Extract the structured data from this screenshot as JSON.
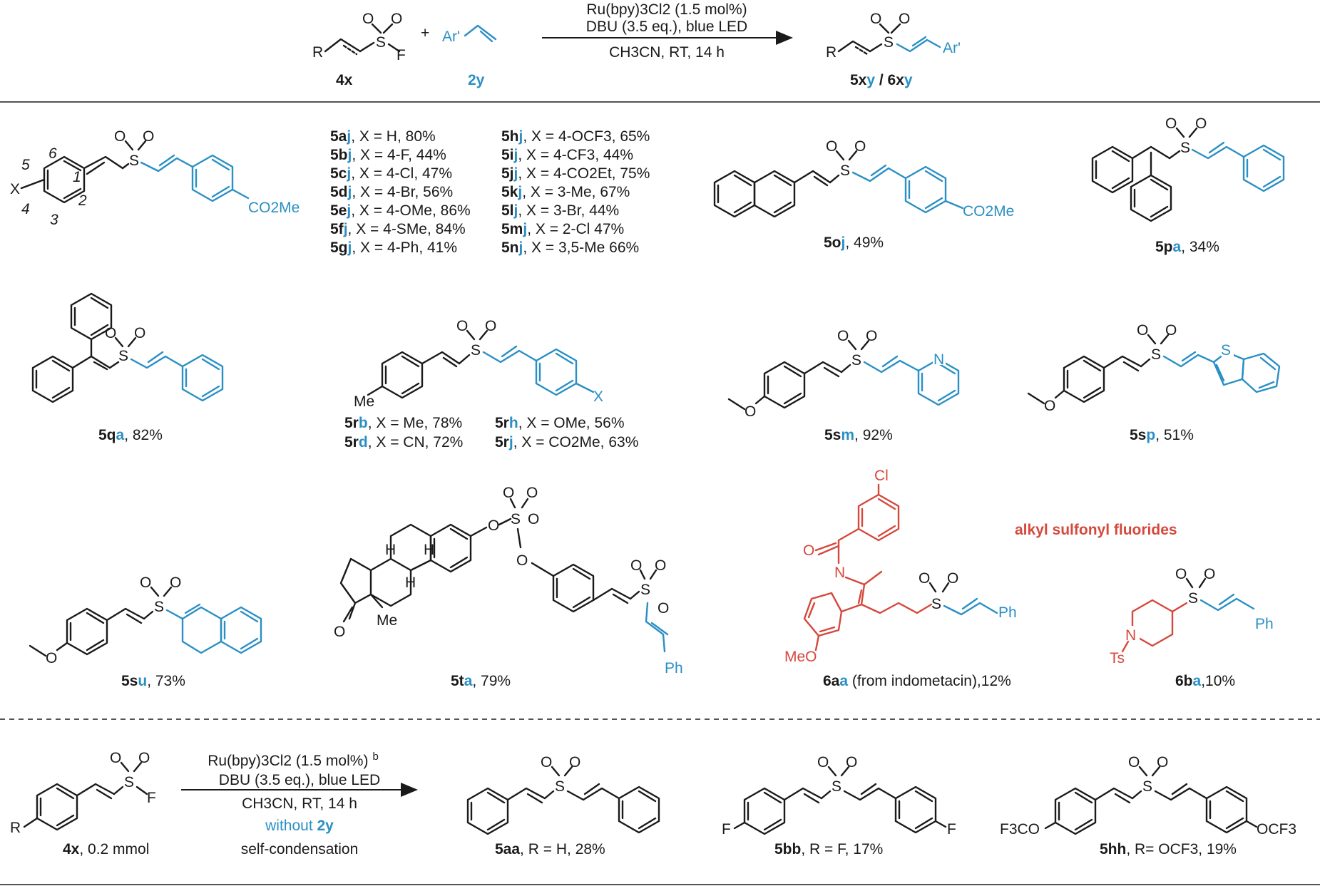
{
  "header": {
    "reagent1_label": "4x",
    "reagent2_label": "2y",
    "reagent2_group": "Ar'",
    "product_label_a": "5x",
    "product_label_b": "y",
    "product_label_c": " / 6x",
    "product_label_d": "y",
    "condition1": "Ru(bpy)3Cl2 (1.5 mol%)",
    "condition2": "DBU (3.5 eq.), blue LED",
    "condition3": "CH3CN, RT, 14 h",
    "plus": "+"
  },
  "atoms": {
    "R": "R",
    "S": "S",
    "O": "O",
    "F": "F",
    "X": "X",
    "N": "N",
    "Cl": "Cl",
    "Me": "Me",
    "Ts": "Ts",
    "Ph": "Ph",
    "CO2Me": "CO2Me",
    "MeO": "MeO",
    "F3CO": "F3CO",
    "OCF3": "OCF3",
    "H": "H"
  },
  "ring_numbers": [
    "1",
    "2",
    "3",
    "4",
    "5",
    "6"
  ],
  "series_5_list": {
    "left": [
      {
        "id": "5a",
        "y": "j",
        "rest": ", X = H, 80%"
      },
      {
        "id": "5b",
        "y": "j",
        "rest": ", X = 4-F, 44%"
      },
      {
        "id": "5c",
        "y": "j",
        "rest": ", X = 4-Cl, 47%"
      },
      {
        "id": "5d",
        "y": "j",
        "rest": ", X = 4-Br, 56%"
      },
      {
        "id": "5e",
        "y": "j",
        "rest": ", X = 4-OMe, 86%"
      },
      {
        "id": "5f",
        "y": "j",
        "rest": ", X = 4-SMe, 84%"
      },
      {
        "id": "5g",
        "y": "j",
        "rest": ", X = 4-Ph, 41%"
      }
    ],
    "right": [
      {
        "id": "5h",
        "y": "j",
        "rest": ", X = 4-OCF3, 65%"
      },
      {
        "id": "5i",
        "y": "j",
        "rest": ", X = 4-CF3, 44%"
      },
      {
        "id": "5j",
        "y": "j",
        "rest": ", X = 4-CO2Et, 75%"
      },
      {
        "id": "5k",
        "y": "j",
        "rest": ", X = 3-Me, 67%"
      },
      {
        "id": "5l",
        "y": "j",
        "rest": ", X = 3-Br, 44%"
      },
      {
        "id": "5m",
        "y": "j",
        "rest": ", X = 2-Cl 47%"
      },
      {
        "id": "5n",
        "y": "j",
        "rest": ", X = 3,5-Me 66%"
      }
    ]
  },
  "series_5r_list": [
    {
      "id": "5r",
      "y": "b",
      "rest": ", X = Me, 78%"
    },
    {
      "id": "5r",
      "y": "h",
      "rest": ", X = OMe, 56%"
    },
    {
      "id": "5r",
      "y": "d",
      "rest": ", X = CN, 72%"
    },
    {
      "id": "5r",
      "y": "j",
      "rest": ",  X = CO2Me, 63%"
    }
  ],
  "compounds": {
    "5oj": {
      "a": "5o",
      "b": "j",
      "c": ", 49%"
    },
    "5pa": {
      "a": "5p",
      "b": "a",
      "c": ", 34%"
    },
    "5qa": {
      "a": "5q",
      "b": "a",
      "c": ", 82%"
    },
    "5sm": {
      "a": "5s",
      "b": "m",
      "c": ", 92%"
    },
    "5sp": {
      "a": "5s",
      "b": "p",
      "c": ", 51%"
    },
    "5su": {
      "a": "5s",
      "b": "u",
      "c": ", 73%"
    },
    "5ta": {
      "a": "5t",
      "b": "a",
      "c": ", 79%"
    },
    "6aa": {
      "a": "6a",
      "b": "a",
      "c": " (from indometacin),12%"
    },
    "6ba": {
      "a": "6b",
      "b": "a",
      "c": ",10%"
    }
  },
  "alkyl_title": "alkyl sulfonyl fluorides",
  "bottom": {
    "reagent_label": "4x",
    "reagent_amount": ", 0.2 mmol",
    "cond1": "Ru(bpy)3Cl2 (1.5 mol%)",
    "cond1_sup": "b",
    "cond2": "DBU (3.5 eq.), blue LED",
    "cond3": "CH3CN, RT, 14 h",
    "cond4a": "without ",
    "cond4b": "2y",
    "cond5": "self-condensation",
    "p1_id": "5aa",
    "p1_rest": ", R = H, 28%",
    "p2_id": "5bb",
    "p2_rest": ", R = F, 17%",
    "p3_id": "5hh",
    "p3_rest": ", R= OCF3, 19%"
  },
  "colors": {
    "product_part": "#2a8fc4",
    "alkyl": "#d5483c",
    "ink": "#1a1a1a"
  }
}
